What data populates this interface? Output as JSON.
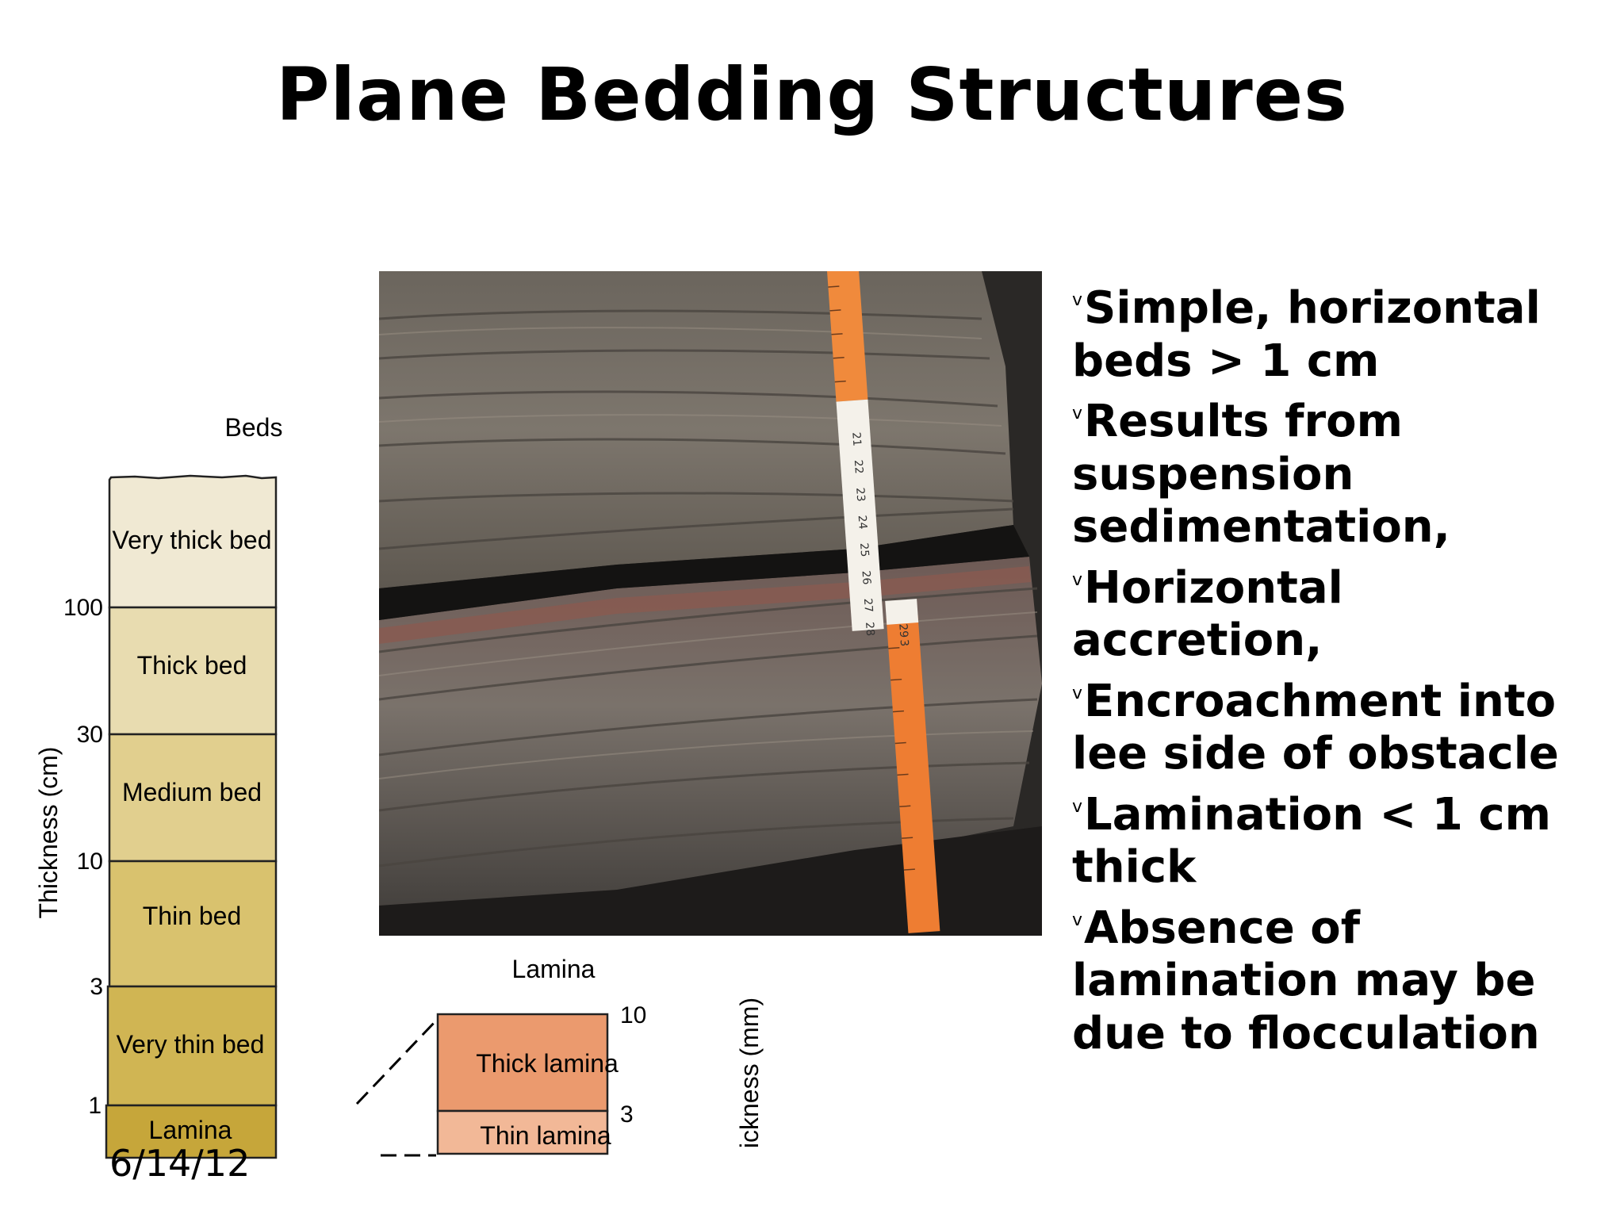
{
  "slide": {
    "title": "Plane Bedding Structures",
    "date": "6/14/12"
  },
  "bullets": [
    {
      "marker": "v",
      "text": "Simple, horizontal beds > 1 cm"
    },
    {
      "marker": "v",
      "text": "Results from suspension sedimentation,"
    },
    {
      "marker": "v",
      "text": "Horizontal accretion,"
    },
    {
      "marker": "v",
      "text": "Encroachment into lee side of obstacle"
    },
    {
      "marker": "v",
      "text": "Lamination < 1 cm thick"
    },
    {
      "marker": "v",
      "text": "Absence of lamination may be due to flocculation"
    }
  ],
  "beds_diagram": {
    "heading": "Beds",
    "axis_label": "Thickness (cm)",
    "ticks": [
      "100",
      "30",
      "10",
      "3",
      "1"
    ],
    "layers": [
      {
        "label": "Very thick bed",
        "color": "#f0e9d3"
      },
      {
        "label": "Thick bed",
        "color": "#e8dcb0"
      },
      {
        "label": "Medium bed",
        "color": "#e1cf8e"
      },
      {
        "label": "Thin bed",
        "color": "#d9c26e"
      },
      {
        "label": "Very thin bed",
        "color": "#d0b553"
      },
      {
        "label": "Lamina",
        "color": "#c6a63a"
      }
    ]
  },
  "lamina_diagram": {
    "heading": "Lamina",
    "axis_label": "ickness (mm)",
    "ticks": [
      "10",
      "3"
    ],
    "layers": [
      {
        "label": "Thick lamina",
        "color": "#eb9a6e"
      },
      {
        "label": "Thin lamina",
        "color": "#f2b897"
      }
    ]
  },
  "photo": {
    "description_icon": "rock-outcrop-photo",
    "ruler_marks": [
      "21",
      "22",
      "23",
      "24",
      "25",
      "26",
      "27",
      "28",
      "29",
      "3"
    ]
  }
}
